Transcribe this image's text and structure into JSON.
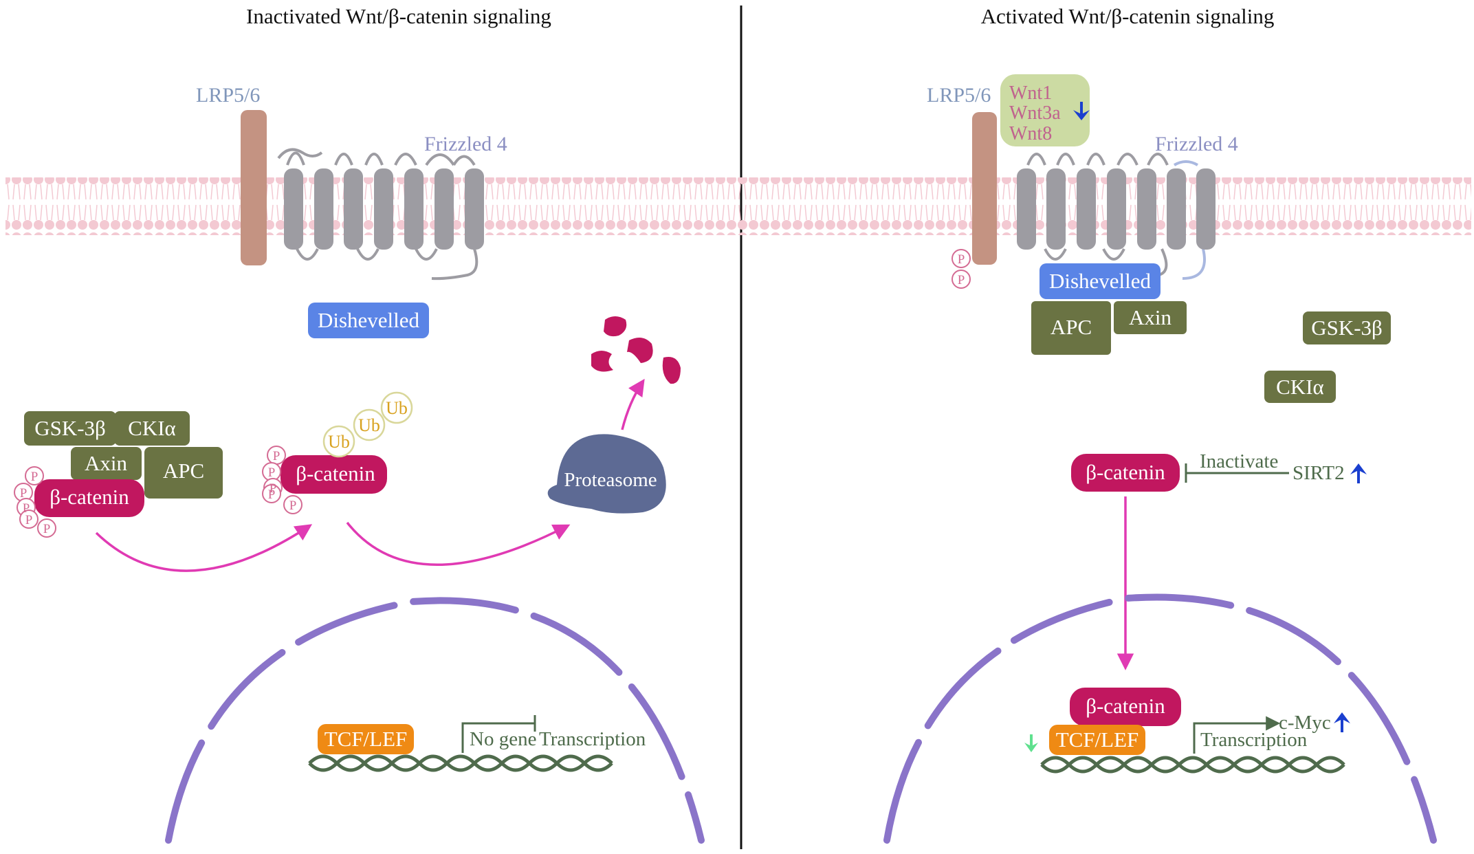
{
  "panels": {
    "left": {
      "title": "Inactivated Wnt/β-catenin signaling",
      "lrp": "LRP5/6",
      "frizzled": "Frizzled 4",
      "dishevelled": "Dishevelled",
      "gsk": "GSK-3β",
      "cki": "CKIα",
      "axin": "Axin",
      "apc": "APC",
      "beta_catenin_complex": "β-catenin",
      "beta_catenin_ub": "β-catenin",
      "ub": "Ub",
      "phospho": "P",
      "proteasome": "Proteasome",
      "tcf": "TCF/LEF",
      "no_gene": "No gene",
      "transcription": "Transcription"
    },
    "right": {
      "title": "Activated Wnt/β-catenin signaling",
      "lrp": "LRP5/6",
      "wnt1": "Wnt1",
      "wnt3a": "Wnt3a",
      "wnt8": "Wnt8",
      "frizzled": "Frizzled 4",
      "dishevelled": "Dishevelled",
      "apc": "APC",
      "axin": "Axin",
      "gsk": "GSK-3β",
      "cki": "CKIα",
      "beta_catenin_cyto": "β-catenin",
      "inactivate": "Inactivate",
      "sirt2": "SIRT2",
      "beta_catenin_nuc": "β-catenin",
      "tcf": "TCF/LEF",
      "transcription": "Transcription",
      "cmyc": "c-Myc",
      "phospho": "P"
    }
  },
  "colors": {
    "membrane": "#f3c9d2",
    "lrp": "#c49382",
    "frizzled": "#9d9ca2",
    "dishevelled": "#5a84e6",
    "complex_green": "#6a7343",
    "beta_catenin": "#c1175f",
    "proteasome": "#5d6a94",
    "nucleus": "#8a74c9",
    "tcf": "#ef8a14",
    "dna": "#4f6b4c",
    "arrow_magenta": "#e03ab3",
    "up_arrow_blue": "#1a3fcf",
    "down_arrow_green": "#5fe08e",
    "wnt_box": "#ccdba3"
  },
  "icons": {
    "up_arrow": "arrow-up-icon",
    "down_arrow": "arrow-down-icon"
  }
}
